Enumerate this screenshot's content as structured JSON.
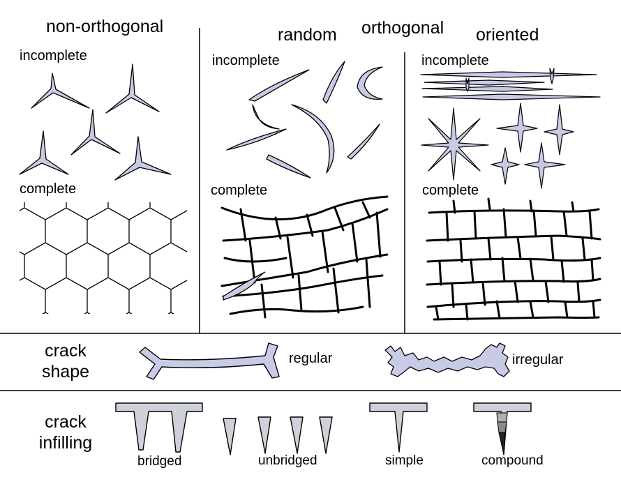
{
  "headers": {
    "non_orthogonal": "non-orthogonal",
    "random": "random",
    "orthogonal": "orthogonal",
    "oriented": "oriented"
  },
  "subheaders": {
    "incomplete": "incomplete",
    "complete": "complete"
  },
  "rows": {
    "crack_shape": {
      "line1": "crack",
      "line2": "shape"
    },
    "crack_infilling": {
      "line1": "crack",
      "line2": "infilling"
    }
  },
  "shape_labels": {
    "regular": "regular",
    "irregular": "irregular"
  },
  "infill_labels": {
    "bridged": "bridged",
    "unbridged": "unbridged",
    "simple": "simple",
    "compound": "compound"
  },
  "colors": {
    "crack_fill": "#c7cbe6",
    "infill_fill": "#cfd1da",
    "compound_mid": "#8a8a8a",
    "line": "#000000"
  }
}
